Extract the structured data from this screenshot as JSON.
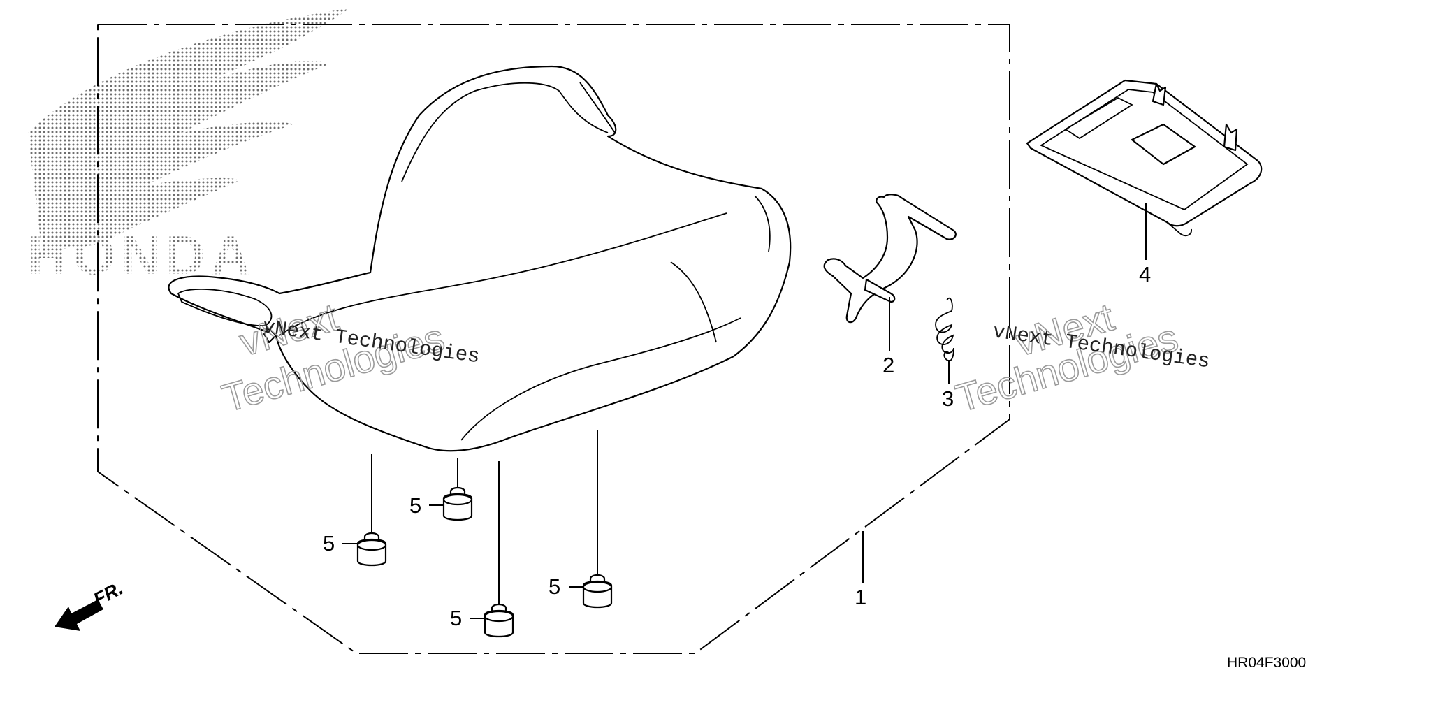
{
  "callouts": {
    "c1": "1",
    "c2": "2",
    "c3": "3",
    "c4": "4",
    "c5a": "5",
    "c5b": "5",
    "c5c": "5",
    "c5d": "5"
  },
  "direction": {
    "label": "FR."
  },
  "diagram_code": "HR04F3000",
  "brand": {
    "wordmark": "HONDA"
  },
  "watermarks": {
    "wm1_small": "vNext Technologies",
    "wm1_large_top": "vNext",
    "wm1_large_bottom": "Technologies",
    "wm2_small": "vNext Technologies",
    "wm2_large_top": "vNext",
    "wm2_large_bottom": "Technologies"
  },
  "colors": {
    "line": "#000000",
    "watermark": "#9a9a9a",
    "logo_dots": "#6e6e6e"
  }
}
